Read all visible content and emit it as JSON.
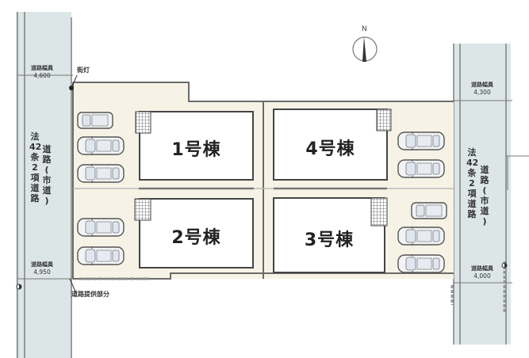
{
  "compass": {
    "label": "N",
    "icon": "north-arrow-icon"
  },
  "roads": {
    "west": {
      "name_col1": [
        "法",
        "42",
        "条",
        "2",
        "項",
        "道",
        "路"
      ],
      "name_col2": [
        "道",
        "路",
        "(",
        "市",
        "道",
        ")"
      ],
      "width_top": {
        "label": "道路幅員",
        "value": "4,600"
      },
      "width_bottom": {
        "label": "道路幅員",
        "value": "4,950"
      }
    },
    "east": {
      "name_col1": [
        "法",
        "42",
        "条",
        "2",
        "項",
        "道",
        "路"
      ],
      "name_col2": [
        "道",
        "路",
        "(",
        "市",
        "道",
        ")"
      ],
      "width_top": {
        "label": "道路幅員",
        "value": "4,300"
      },
      "width_bottom": {
        "label": "道路幅員",
        "value": "4,000"
      }
    }
  },
  "callouts": {
    "streetlight": "街灯",
    "road_provision": "道路提供部分"
  },
  "lots": [
    {
      "id": "1",
      "label": "1号棟",
      "parking_spaces": 3
    },
    {
      "id": "2",
      "label": "2号棟",
      "parking_spaces": 2
    },
    {
      "id": "3",
      "label": "3号棟",
      "parking_spaces": 3
    },
    {
      "id": "4",
      "label": "4号棟",
      "parking_spaces": 2
    }
  ],
  "colors": {
    "road_fill": "#dde6e6",
    "lot_fill": "#f6f3e6",
    "building_fill": "#ffffff",
    "line": "#6b6b6b",
    "text": "#333333"
  }
}
